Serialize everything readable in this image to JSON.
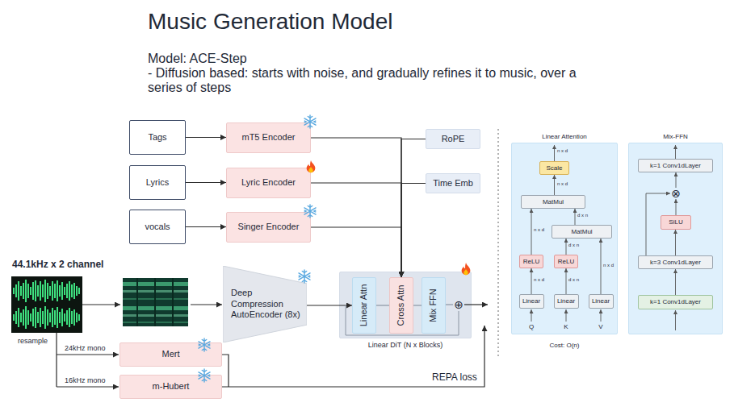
{
  "diagram": {
    "title": "Music Generation Model",
    "nodes": [
      {
        "text": [
          "Tags"
        ]
      },
      {
        "text": [
          "mT5 Encoder"
        ]
      },
      {
        "text": [
          "RoPE"
        ]
      },
      {
        "text": [
          "Lyrics"
        ]
      },
      {
        "text": [
          "Lyric Encoder"
        ]
      },
      {
        "text": [
          "Time Emb"
        ]
      },
      {
        "text": [
          "vocals"
        ]
      },
      {
        "text": [
          "Singer Encoder"
        ]
      },
      {
        "text": [
          "Deep Compression AutoEncoder (8x)"
        ]
      },
      {
        "text": [
          "Linear DiT (N x Blocks)"
        ]
      },
      {
        "text": [
          "Linear Attn"
        ],
        "in": 9
      },
      {
        "text": [
          "Cross Attn"
        ],
        "in": 9
      },
      {
        "text": [
          "Mix FFN"
        ],
        "in": 9
      },
      {
        "text": [
          "⊕"
        ],
        "in": 9
      },
      {
        "text": [
          "Mert"
        ]
      },
      {
        "text": [
          "m-Hubert"
        ]
      },
      {
        "text": [
          "Linear Attention"
        ]
      },
      {
        "text": [
          "Scale"
        ],
        "in": 16
      },
      {
        "text": [
          "MatMul"
        ],
        "in": 16
      },
      {
        "text": [
          "MatMul"
        ],
        "in": 16
      },
      {
        "text": [
          "ReLU"
        ],
        "in": 16
      },
      {
        "text": [
          "ReLU"
        ],
        "in": 16
      },
      {
        "text": [
          "Linear"
        ],
        "in": 16
      },
      {
        "text": [
          "Linear"
        ],
        "in": 16
      },
      {
        "text": [
          "Linear"
        ],
        "in": 16
      },
      {
        "text": [
          "Mix-FFN"
        ]
      },
      {
        "text": [
          "k=1 Conv1dLayer"
        ],
        "in": 25
      },
      {
        "text": [
          "⊗"
        ],
        "in": 25
      },
      {
        "text": [
          "SiLU"
        ],
        "in": 25
      },
      {
        "text": [
          "k=3 Conv1dLayer"
        ],
        "in": 25
      },
      {
        "text": [
          "k=1 Conv1dLayer"
        ],
        "in": 25
      }
    ],
    "edges": [
      {
        "from": 0,
        "to": 1,
        "arrow": "to"
      },
      {
        "from": 3,
        "to": 4,
        "arrow": "to"
      },
      {
        "from": 6,
        "to": 7,
        "arrow": "to"
      },
      {
        "from": 1,
        "to": 11,
        "arrow": "to"
      },
      {
        "from": 2,
        "to": 11,
        "arrow": "to"
      },
      {
        "from": 4,
        "to": 11,
        "arrow": "to"
      },
      {
        "from": 5,
        "to": 11,
        "arrow": "to"
      },
      {
        "from": 7,
        "to": 11,
        "arrow": "to"
      },
      {
        "from": 8,
        "to": 10,
        "arrow": "to"
      },
      {
        "from": 10,
        "to": 11,
        "arrow": "none"
      },
      {
        "from": 11,
        "to": 12,
        "arrow": "none"
      },
      {
        "from": 12,
        "to": 13,
        "arrow": "none"
      },
      {
        "from": 22,
        "to": 20,
        "arrow": "to"
      },
      {
        "from": 23,
        "to": 21,
        "arrow": "to"
      },
      {
        "from": 20,
        "to": 18,
        "arrow": "to"
      },
      {
        "from": 21,
        "to": 19,
        "arrow": "to"
      },
      {
        "from": 24,
        "to": 19,
        "arrow": "to"
      },
      {
        "from": 19,
        "to": 18,
        "arrow": "to"
      },
      {
        "from": 18,
        "to": 17,
        "arrow": "to"
      },
      {
        "from": 30,
        "to": 29,
        "arrow": "to"
      },
      {
        "from": 29,
        "to": 28,
        "arrow": "to"
      },
      {
        "from": 29,
        "to": 27,
        "arrow": "to"
      },
      {
        "from": 28,
        "to": 27,
        "arrow": "to"
      },
      {
        "from": 27,
        "to": 26,
        "arrow": "to"
      }
    ],
    "labels": [
      "Model: ACE-Step",
      "- Diffusion based: starts with noise, and gradually refines it to music, over a series of steps",
      "44.1kHz x 2 channel",
      "resample",
      "24kHz mono",
      "16kHz mono",
      "REPA loss",
      "n x d",
      "n x d",
      "n x d",
      "d x n",
      "d x n",
      "n x d",
      "n x d",
      "d x n",
      "Q",
      "K",
      "V",
      "Cost: O(n)"
    ]
  }
}
